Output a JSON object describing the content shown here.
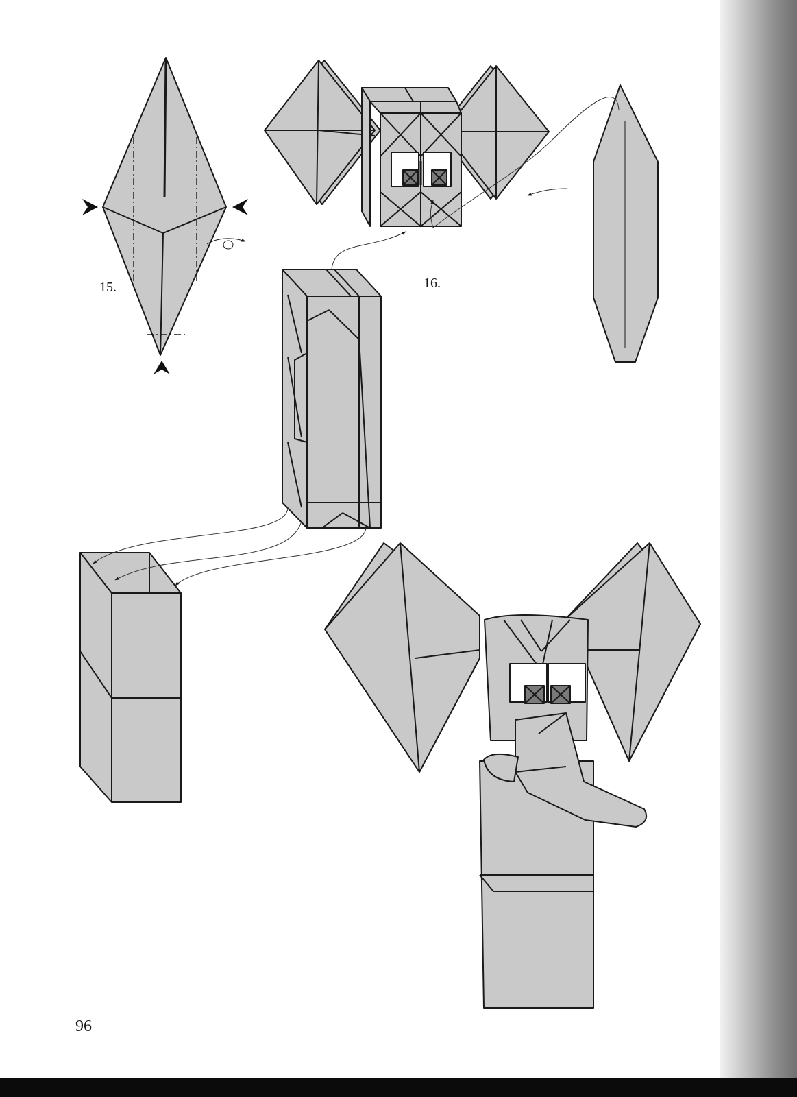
{
  "page": {
    "page_number": "96",
    "paper_color": "#ffffff",
    "fold_fill": "#c9c9c9",
    "fold_dark": "#7a7a7a",
    "line_color": "#1a1a1a"
  },
  "steps": [
    {
      "id": "step-15",
      "label": "15."
    },
    {
      "id": "step-16",
      "label": "16."
    }
  ],
  "icons": [
    "push-arrow-icon",
    "turn-over-arrow-icon",
    "curved-arrow-icon"
  ]
}
